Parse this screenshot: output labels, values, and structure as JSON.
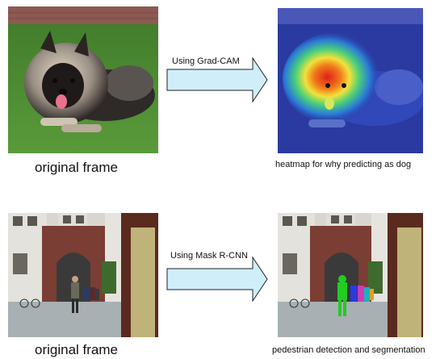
{
  "row1": {
    "arrow_label": "Using Grad-CAM",
    "left_caption": "original frame",
    "right_caption": "heatmap for why predicting as dog"
  },
  "row2": {
    "arrow_label": "Using Mask R-CNN",
    "left_caption": "original frame",
    "right_caption": "pedestrian detection and segmentation"
  },
  "colors": {
    "arrow_fill": "#cfeefa",
    "arrow_stroke": "#222222"
  },
  "icons": [
    "dog-photo",
    "dog-heatmap-photo",
    "street-photo",
    "street-segmentation-photo",
    "right-arrow"
  ]
}
